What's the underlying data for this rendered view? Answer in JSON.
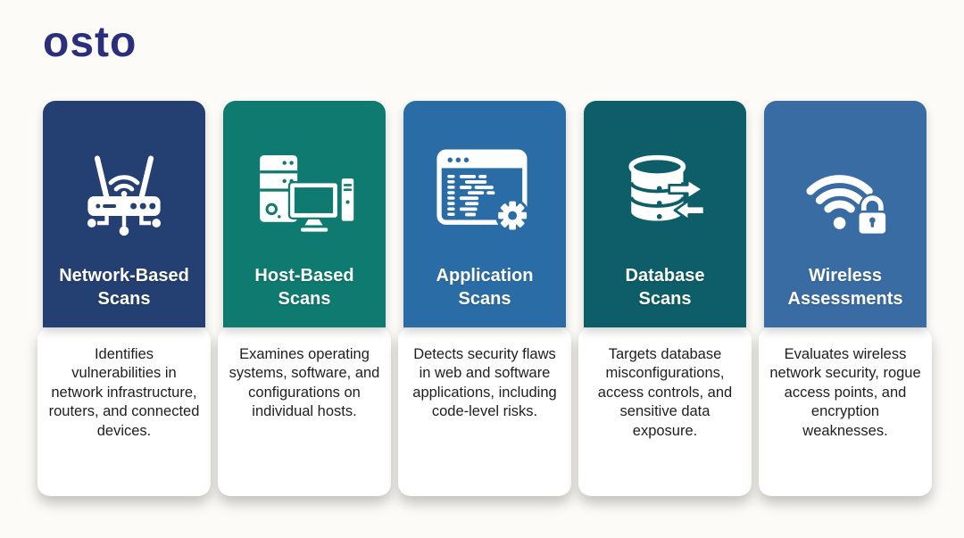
{
  "logo": {
    "text": "osto",
    "color": "#2b2e7d"
  },
  "cards": [
    {
      "title": "Network-Based\nScans",
      "description": "Identifies vulnerabilities in network infrastructure, routers, and connected devices.",
      "icon": "router-network-icon",
      "header_color": "#243f72"
    },
    {
      "title": "Host-Based\nScans",
      "description": "Examines operating systems, software, and configurations on individual hosts.",
      "icon": "server-computer-icon",
      "header_color": "#0e7a70"
    },
    {
      "title": "Application\nScans",
      "description": "Detects security flaws in web and software applications, including code-level risks.",
      "icon": "code-window-gear-icon",
      "header_color": "#2a6da6"
    },
    {
      "title": "Database\nScans",
      "description": "Targets database misconfigurations, access controls, and sensitive data exposure.",
      "icon": "database-arrows-icon",
      "header_color": "#0d5e68"
    },
    {
      "title": "Wireless\nAssessments",
      "description": "Evaluates wireless network security, rogue access points, and encryption weaknesses.",
      "icon": "wifi-lock-icon",
      "header_color": "#3a6ca4"
    }
  ]
}
